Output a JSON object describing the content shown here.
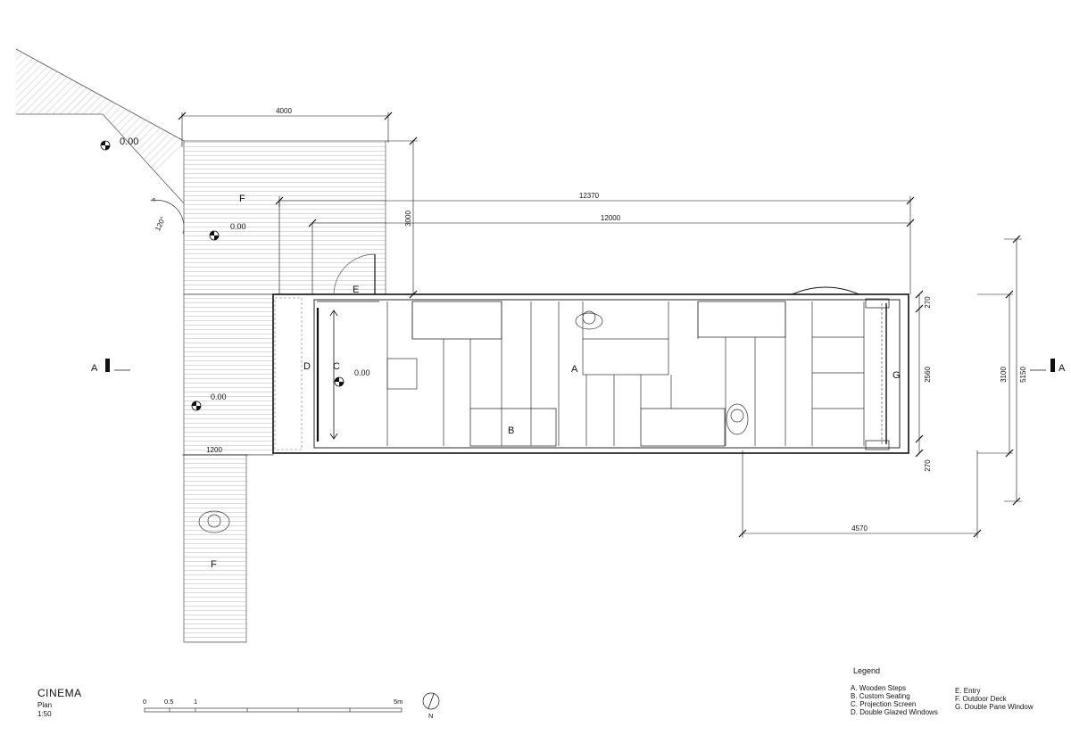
{
  "title": "CINEMA",
  "subtitle": "Plan",
  "scale": "1:50",
  "north": "N",
  "scale_bar": {
    "t0": "0",
    "t1": "0.5",
    "t2": "1",
    "t3": "5m"
  },
  "dims": {
    "deck_width_top": "4000",
    "overall_length": "12370",
    "container_length": "12000",
    "deck_depth": "3000",
    "side_gap_top": "270",
    "container_width": "2560",
    "side_gap_bottom": "270",
    "circle_diameter": "4570",
    "width_3100": "3100",
    "width_5150": "5150",
    "walkway_width": "1200",
    "angle": "120°"
  },
  "levels": {
    "l1": "0.00",
    "l2": "0.00",
    "l3": "0.00",
    "l4": "0.00"
  },
  "labels": {
    "A": "A",
    "B": "B",
    "C": "C",
    "D": "D",
    "E": "E",
    "F1": "F",
    "F2": "F",
    "G": "G",
    "section_left": "A",
    "section_right": "A"
  },
  "legend": {
    "title": "Legend",
    "items": [
      "A. Wooden Steps",
      "B. Custom Seating",
      "C. Projection Screen",
      "D. Double Glazed Windows",
      "E. Entry",
      "F.  Outdoor Deck",
      "G. Double Pane Window"
    ]
  }
}
